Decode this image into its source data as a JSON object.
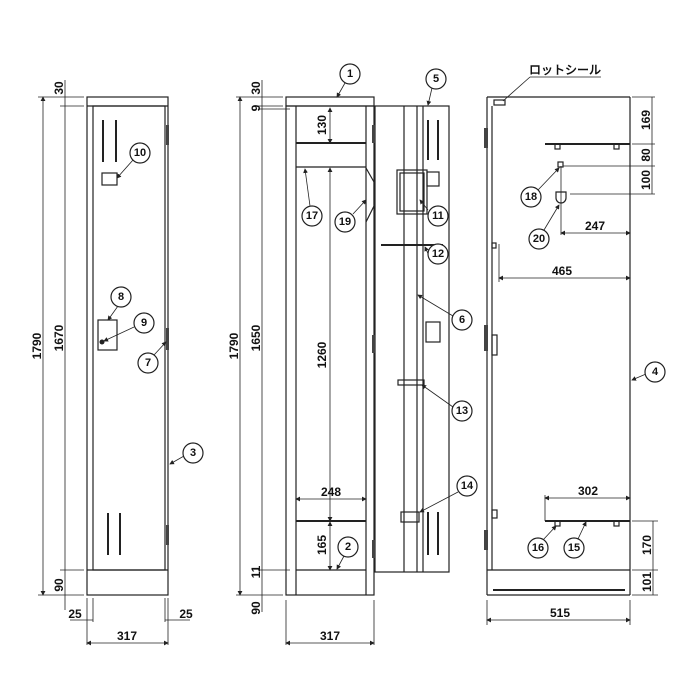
{
  "title_label": "ロットシール",
  "front_view": {
    "dims": {
      "total_height": "1790",
      "door_height": "1670",
      "top": "30",
      "base": "90",
      "left_margin": "25",
      "right_margin": "25",
      "width": "317"
    },
    "callouts": [
      "10",
      "8",
      "9",
      "7",
      "3"
    ]
  },
  "open_view": {
    "dims": {
      "total_height": "1790",
      "inner_height": "1650",
      "top": "30",
      "gap": "9",
      "upper_shelf": "130",
      "hanging": "1260",
      "inner_width": "248",
      "lower_shelf": "165",
      "bottom_gap": "11",
      "base": "90",
      "width": "317"
    },
    "callouts": [
      "1",
      "5",
      "17",
      "19",
      "11",
      "12",
      "6",
      "13",
      "14",
      "2"
    ]
  },
  "side_view": {
    "dims": {
      "top": "169",
      "shelf_gap": "80",
      "hook_gap": "100",
      "hook_offset": "247",
      "depth_inner": "465",
      "lower_shelf_width": "302",
      "lower_shelf_height": "170",
      "base": "101",
      "depth": "515"
    },
    "callouts": [
      "4",
      "18",
      "20",
      "16",
      "15"
    ]
  }
}
